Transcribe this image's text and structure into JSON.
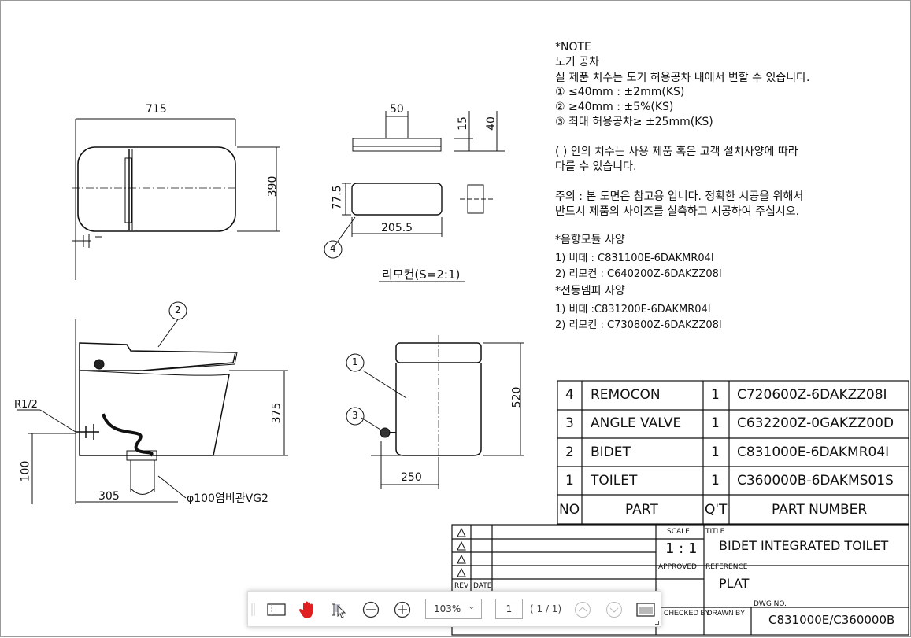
{
  "dimensions": {
    "d715": "715",
    "d390": "390",
    "d50": "50",
    "d15": "15",
    "d40": "40",
    "d77_5": "77.5",
    "d205_5": "205.5",
    "d375": "375",
    "d100": "100",
    "d305": "305",
    "d520": "520",
    "d250": "250",
    "r1_2": "R1/2",
    "pipe": "φ100염비관VG2"
  },
  "remote_caption": "리모컨(S=2:1)",
  "balloons": [
    "1",
    "2",
    "3",
    "4"
  ],
  "notes": {
    "heading": "*NOTE",
    "lines": [
      "도기 공차",
      "실 제품 치수는 도기 허용공차 내에서 변할 수 있습니다.",
      "① ≤40mm : ±2mm(KS)",
      "② ≥40mm : ±5%(KS)",
      "③ 최대 허용공차≥ ±25mm(KS)"
    ],
    "paren": [
      "( ) 안의 치수는 사용 제품 혹은 고객 설치사양에 따라",
      "다를 수 있습니다."
    ],
    "caution": [
      "주의 : 본 도면은 참고용 입니다. 정확한 시공을 위해서",
      "반드시 제품의 사이즈를 실측하고 시공하여 주십시오."
    ],
    "audio_title": "*음향모듈 사양",
    "audio": [
      "1) 비데 : C831100E-6DAKMR04I",
      "2) 리모컨 : C640200Z-6DAKZZ08I"
    ],
    "damper_title": "*전동뎀퍼 사양",
    "damper": [
      "1) 비데 :C831200E-6DAKMR04I",
      "2) 리모컨 : C730800Z-6DAKZZ08I"
    ]
  },
  "parts_table": {
    "rows": [
      {
        "no": "4",
        "part": "REMOCON",
        "qty": "1",
        "number": "C720600Z-6DAKZZ08I"
      },
      {
        "no": "3",
        "part": "ANGLE VALVE",
        "qty": "1",
        "number": "C632200Z-0GAKZZ00D"
      },
      {
        "no": "2",
        "part": "BIDET",
        "qty": "1",
        "number": "C831000E-6DAKMR04I"
      },
      {
        "no": "1",
        "part": "TOILET",
        "qty": "1",
        "number": "C360000B-6DAKMS01S"
      }
    ],
    "header": {
      "no": "NO",
      "part": "PART",
      "qty": "Q'T",
      "number": "PART NUMBER"
    }
  },
  "title_block": {
    "rev": "REV",
    "date": "DATE",
    "scale_label": "SCALE",
    "scale": "1 : 1",
    "title_label": "TITLE",
    "title": "BIDET INTEGRATED TOILET",
    "approved": "APPROVED",
    "reference_label": "REFERENCE",
    "reference": "PLAT",
    "checked_by": "CHECKED BY",
    "drawn_by": "DRAWN BY",
    "dwg_label": "DWG NO.",
    "dwg_no": "C831000E/C360000B"
  },
  "toolbar": {
    "zoom": "103%",
    "page": "1",
    "page_count": "( 1 / 1)",
    "hand_color": "#e02020"
  }
}
